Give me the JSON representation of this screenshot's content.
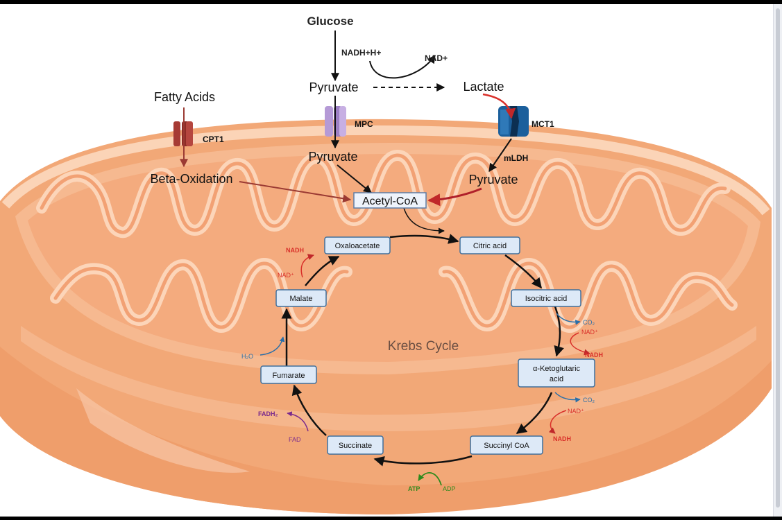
{
  "labels": {
    "glucose": "Glucose",
    "nadh_h": "NADH+H+",
    "nad_plus": "NAD+",
    "pyruvate_top": "Pyruvate",
    "lactate": "Lactate",
    "fatty_acids": "Fatty Acids",
    "cpt1": "CPT1",
    "mpc": "MPC",
    "mct1": "MCT1",
    "mldh": "mLDH",
    "pyruvate_mid": "Pyruvate",
    "pyruvate_right": "Pyruvate",
    "beta_oxidation": "Beta-Oxidation",
    "acetyl_coa": "Acetyl-CoA",
    "krebs_cycle": "Krebs Cycle"
  },
  "cycle": {
    "oxaloacetate": "Oxaloacetate",
    "citric_acid": "Citric acid",
    "isocitric_acid": "Isocitric acid",
    "alpha_keto_line1": "α-Ketoglutaric",
    "alpha_keto_line2": "acid",
    "succinyl_coa": "Succinyl CoA",
    "succinate": "Succinate",
    "fumarate": "Fumarate",
    "malate": "Malate"
  },
  "cofactors": {
    "nadh_1": "NADH",
    "nad_1": "NAD⁺",
    "co2_1": "CO₂",
    "nad_2": "NAD⁺",
    "nadh_2": "NADH",
    "co2_2": "CO₂",
    "nad_3": "NAD⁺",
    "nadh_3": "NADH",
    "atp": "ATP",
    "adp": "ADP",
    "fadh2": "FADH₂",
    "fad": "FAD",
    "h2o": "H₂O"
  },
  "colors": {
    "membrane": "#f4ac80",
    "membrane_dark": "#e88c5c",
    "crista": "#fbd0b2",
    "box_fill": "#dde9f7",
    "box_stroke": "#3f6f9c",
    "red": "#d9302a",
    "blue": "#2a6fa8",
    "green": "#2e8a1c",
    "purple": "#7a2a8c",
    "cpt1": "#a63a34",
    "mpc": "#b59ad6",
    "mct1": "#1b5f9c"
  }
}
